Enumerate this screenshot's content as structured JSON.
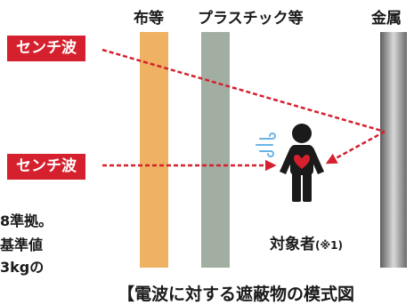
{
  "labels": {
    "cloth": "布等",
    "plastic": "プラスチック等",
    "metal": "金属"
  },
  "waves": {
    "top": "センチ波",
    "bottom": "センチ波"
  },
  "subject": {
    "label": "対象者",
    "note": "(※1)"
  },
  "left_text": {
    "line1": "8準拠。",
    "line2": "基準値",
    "line3": "3kgの"
  },
  "caption": "【電波に対する遮蔽物の模式図",
  "colors": {
    "cloth": "#eeb262",
    "plastic": "#a3aea3",
    "red": "#d5202d",
    "metal_dark": "#5c5c5c",
    "metal_light": "#e0e0e0",
    "breath": "#6ab4e6"
  },
  "icons": {
    "person": "person-icon",
    "heart": "heart-icon",
    "breath": "breath-icon"
  }
}
